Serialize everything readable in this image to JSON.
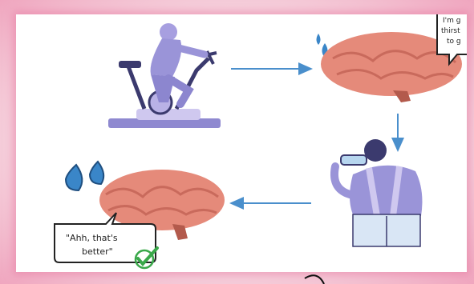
{
  "bubbles": {
    "top_right_lines": [
      "I'm g",
      "thirst",
      "to g"
    ],
    "bottom_left_lines": [
      "\"Ahh, that's",
      "better\""
    ]
  },
  "colors": {
    "background_pink": "#f3c6d4",
    "brain": "#e58a7a",
    "brain_dark": "#c96a5c",
    "figure_purple": "#9a94d8",
    "water_blue": "#3a86c8",
    "arrow_blue": "#4a8fcc",
    "check_green": "#3aa84a"
  },
  "icons": [
    "cyclist-icon",
    "water-drops-icon",
    "brain-icon",
    "drinking-person-icon",
    "checkmark-icon",
    "arrow-icon"
  ]
}
